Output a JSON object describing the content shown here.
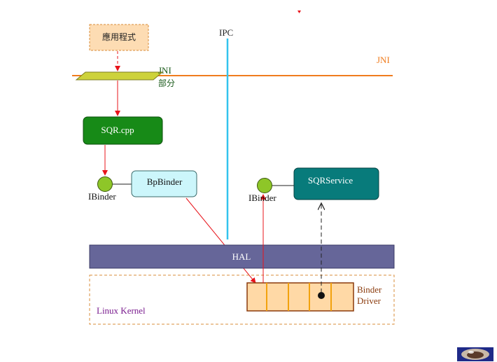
{
  "app_box": {
    "label": "應用程式"
  },
  "jni": {
    "right_label": "JNI",
    "left_label_line1": "JNI",
    "left_label_line2": "部分"
  },
  "ipc": {
    "label": "IPC"
  },
  "sqr_cpp": {
    "label": "SQR.cpp"
  },
  "bpbinder": {
    "label": "BpBinder"
  },
  "sqrservice": {
    "label": "SQRService"
  },
  "ibinder_left": {
    "label": "IBinder"
  },
  "ibinder_right": {
    "label": "IBinder"
  },
  "hal": {
    "label": "HAL"
  },
  "kernel": {
    "label": "Linux Kernel"
  },
  "binder_driver": {
    "line1": "Binder",
    "line2": "Driver"
  },
  "colors": {
    "jni_line": "#f07c1e",
    "ipc_line": "#33c3ee",
    "sqr_cpp_fill": "#178a17",
    "sqrservice_fill": "#087b7b",
    "bpbinder_fill": "#ccf6fb",
    "hal_fill": "#666699",
    "driver_fill": "#ffd9a6",
    "driver_bars": "#f2a20e",
    "arrow_red": "#e8141b",
    "kernel_text": "#7a1d8f",
    "app_fill": "#fddcb3",
    "ibinder_fill": "#8ec628"
  }
}
